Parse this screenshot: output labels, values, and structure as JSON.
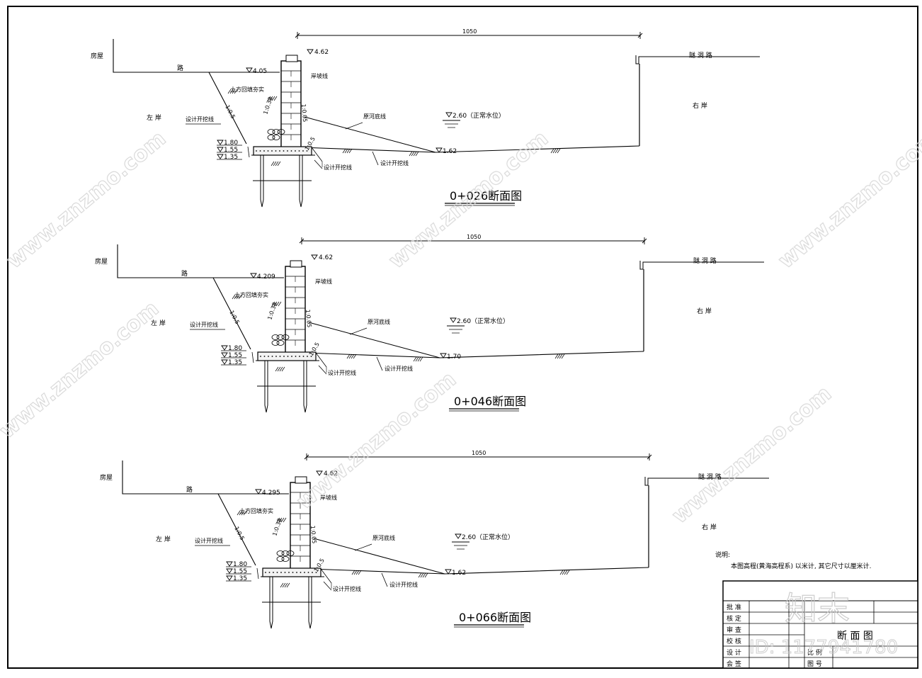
{
  "sections": [
    {
      "title": "0+026断面图",
      "width_label": "1050",
      "house": "房屋",
      "road": "路",
      "left_bank": "左 岸",
      "right_bank": "右 岸",
      "tunnel_road": "隧 洞 路",
      "elev_top": "4.62",
      "elev_road": "4.05",
      "elev_water": "2.60（正常水位）",
      "elev_bed": "1.62",
      "elev_a": "1.80",
      "elev_b": "1.55",
      "elev_c": "1.35",
      "backfill": "土方回填夯实",
      "bank_slope": "岸坡线",
      "orig_bed": "原河底线",
      "design_exc_1": "设计开挖线",
      "design_exc_2": "设计开挖线",
      "design_exc_3": "设计开挖线",
      "slope_038": "1:0.38",
      "slope_05": "1:0.5",
      "slope_005": "1:0.05",
      "slope_05b": "1:0.5"
    },
    {
      "title": "0+046断面图",
      "width_label": "1050",
      "house": "房屋",
      "road": "路",
      "left_bank": "左 岸",
      "right_bank": "右 岸",
      "tunnel_road": "隧 洞 路",
      "elev_top": "4.62",
      "elev_road": "4.209",
      "elev_water": "2.60（正常水位）",
      "elev_bed": "1.70",
      "elev_a": "1.80",
      "elev_b": "1.55",
      "elev_c": "1.35",
      "backfill": "土方回填夯实",
      "bank_slope": "岸坡线",
      "orig_bed": "原河底线",
      "design_exc_1": "设计开挖线",
      "design_exc_2": "设计开挖线",
      "design_exc_3": "设计开挖线",
      "slope_038": "1:0.38",
      "slope_05": "1:0.5",
      "slope_005": "1:0.05",
      "slope_05b": "1:0.5"
    },
    {
      "title": "0+066断面图",
      "width_label": "1050",
      "house": "房屋",
      "road": "路",
      "left_bank": "左 岸",
      "right_bank": "右 岸",
      "tunnel_road": "隧 洞 路",
      "elev_top": "4.62",
      "elev_road": "4.295",
      "elev_water": "2.60（正常水位）",
      "elev_bed": "1.62",
      "elev_a": "1.80",
      "elev_b": "1.55",
      "elev_c": "1.35",
      "backfill": "土方回填夯实",
      "bank_slope": "岸坡线",
      "orig_bed": "原河底线",
      "design_exc_1": "设计开挖线",
      "design_exc_2": "设计开挖线",
      "design_exc_3": "设计开挖线",
      "slope_038": "1:0.38",
      "slope_05": "1:0.5",
      "slope_005": "1:0.05",
      "slope_05b": "1:0.5"
    }
  ],
  "notes": {
    "heading": "说明:",
    "body": "本图高程(黄海高程系) 以米计, 其它尺寸以厘米计."
  },
  "title_block": {
    "rows": [
      "批 准",
      "核 定",
      "审 查",
      "校 核",
      "设 计",
      "会 签"
    ],
    "drawing_name": "断 面 图",
    "scale_label": "比 例",
    "drawing_no_label": "图 号"
  },
  "watermark": {
    "brand": "知末",
    "site": "www.znzmo.com",
    "id_text": "ID: 1177941780"
  }
}
